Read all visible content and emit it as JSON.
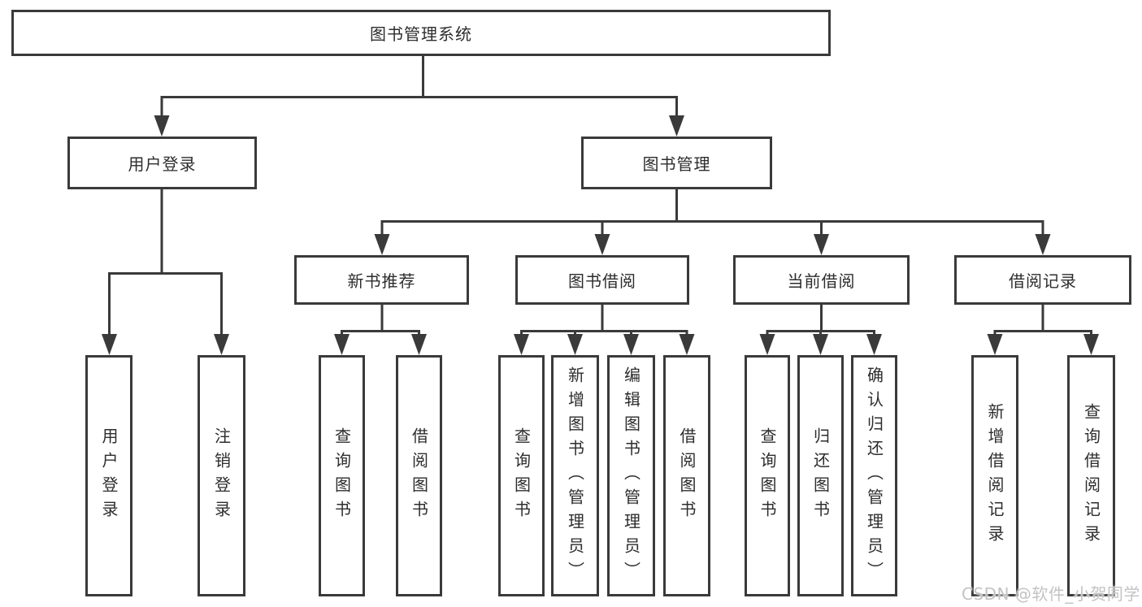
{
  "diagram": {
    "root": {
      "label": "图书管理系统"
    },
    "level2": {
      "user_login": {
        "label": "用户登录"
      },
      "book_mgmt": {
        "label": "图书管理"
      }
    },
    "level3": {
      "new_books": {
        "label": "新书推荐"
      },
      "book_borrow": {
        "label": "图书借阅"
      },
      "current_borrow": {
        "label": "当前借阅"
      },
      "borrow_records": {
        "label": "借阅记录"
      }
    },
    "leaves": {
      "user_login": {
        "label": "用户登录"
      },
      "logout": {
        "label": "注销登录"
      },
      "nb_query": {
        "label": "查询图书"
      },
      "nb_borrow": {
        "label": "借阅图书"
      },
      "bb_query": {
        "label": "查询图书"
      },
      "bb_add": {
        "label": "新增图书（管理员）"
      },
      "bb_edit": {
        "label": "编辑图书（管理员）"
      },
      "bb_borrow": {
        "label": "借阅图书"
      },
      "cb_query": {
        "label": "查询图书"
      },
      "cb_return": {
        "label": "归还图书"
      },
      "cb_confirm": {
        "label": "确认归还（管理员）"
      },
      "br_add": {
        "label": "新增借阅记录"
      },
      "br_query": {
        "label": "查询借阅记录"
      }
    }
  },
  "watermark": {
    "text": "CSDN @软件_小贺同学"
  },
  "colors": {
    "line": "#3a3a3a",
    "box_border": "#3a3a3a",
    "text": "#2d2d2d",
    "watermark": "#c3c3c3",
    "background": "#ffffff"
  }
}
